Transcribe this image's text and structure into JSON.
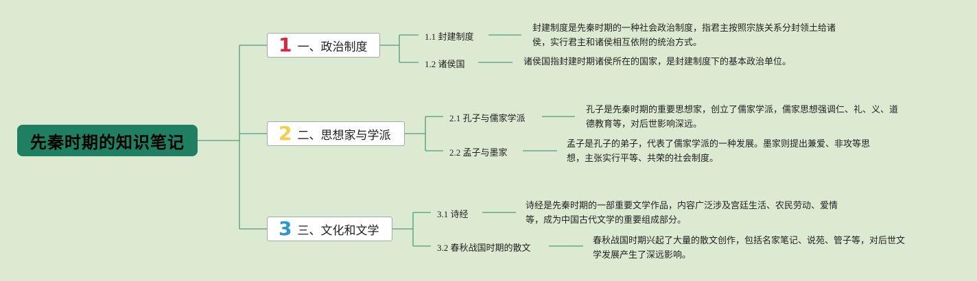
{
  "root": {
    "title": "先秦时期的知识笔记"
  },
  "branches": [
    {
      "number": "1",
      "label": "一、政治制度",
      "color": "#e0243c",
      "topics": [
        {
          "label": "1.1 封建制度",
          "desc": [
            "封建制度是先秦时期的一种社会政治制度，指君主按照宗族关系分封领土给诸",
            "侯，实行君主和诸侯相互依附的统治方式。"
          ]
        },
        {
          "label": "1.2 诸侯国",
          "desc": [
            "诸侯国指封建时期诸侯所在的国家，是封建制度下的基本政治单位。"
          ]
        }
      ]
    },
    {
      "number": "2",
      "label": "二、思想家与学派",
      "color": "#f2cf45",
      "topics": [
        {
          "label": "2.1 孔子与儒家学派",
          "desc": [
            "孔子是先秦时期的重要思想家，创立了儒家学派，儒家思想强调仁、礼、义、道",
            "德教育等，对后世影响深远。"
          ]
        },
        {
          "label": "2.2 孟子与墨家",
          "desc": [
            "孟子是孔子的弟子，代表了儒家学派的一种发展。墨家则提出兼爱、非攻等思",
            "想，主张实行平等、共荣的社会制度。"
          ]
        }
      ]
    },
    {
      "number": "3",
      "label": "三、文化和文学",
      "color": "#2b97d1",
      "topics": [
        {
          "label": "3.1 诗经",
          "desc": [
            "诗经是先秦时期的一部重要文学作品，内容广泛涉及宫廷生活、农民劳动、爱情",
            "等，成为中国古代文学的重要组成部分。"
          ]
        },
        {
          "label": "3.2 春秋战国时期的散文",
          "desc": [
            "春秋战国时期兴起了大量的散文创作，包括名家笔记、说苑、管子等，对后世文",
            "学发展产生了深远影响。"
          ]
        }
      ]
    }
  ]
}
